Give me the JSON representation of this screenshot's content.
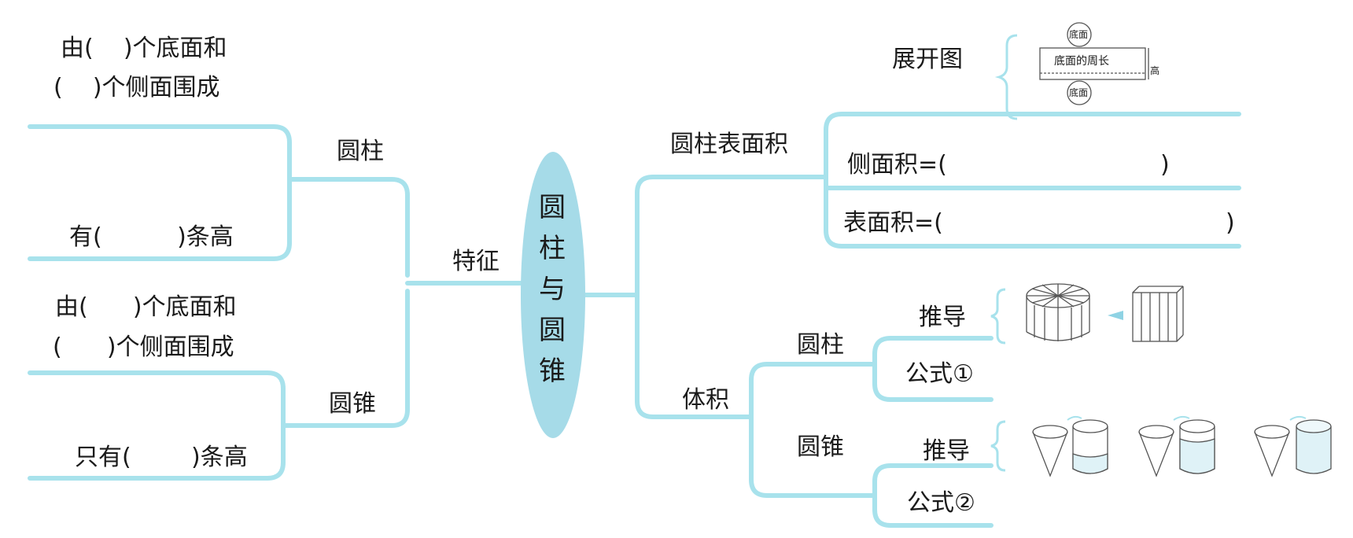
{
  "center": {
    "chars": [
      "圆",
      "柱",
      "与",
      "圆",
      "锥"
    ]
  },
  "left": {
    "feature_label": "特征",
    "cylinder": {
      "label": "圆柱",
      "composition_line1": "由(    )个底面和",
      "composition_line2": "(    )个侧面围成",
      "height_text": "有(          )条高"
    },
    "cone": {
      "label": "圆锥",
      "composition_line1": "由(      )个底面和",
      "composition_line2": "(      )个侧面围成",
      "height_text": "只有(        )条高"
    }
  },
  "right": {
    "surface": {
      "label": "圆柱表面积",
      "net_label": "展开图",
      "net": {
        "top_circle": "底面",
        "rect_text": "底面的周长",
        "height_text": "高",
        "bottom_circle": "底面"
      },
      "lateral_formula": "侧面积=(",
      "lateral_close": ")",
      "total_formula": "表面积=(",
      "total_close": ")"
    },
    "volume": {
      "label": "体积",
      "cylinder": {
        "label": "圆柱",
        "derivation": "推导",
        "formula": "公式①"
      },
      "cone": {
        "label": "圆锥",
        "derivation": "推导",
        "formula": "公式②"
      }
    }
  },
  "colors": {
    "line": "#a8e2ec",
    "oval_fill": "#a6dbe8",
    "sketch": "#555555",
    "water": "#dff2f7"
  }
}
